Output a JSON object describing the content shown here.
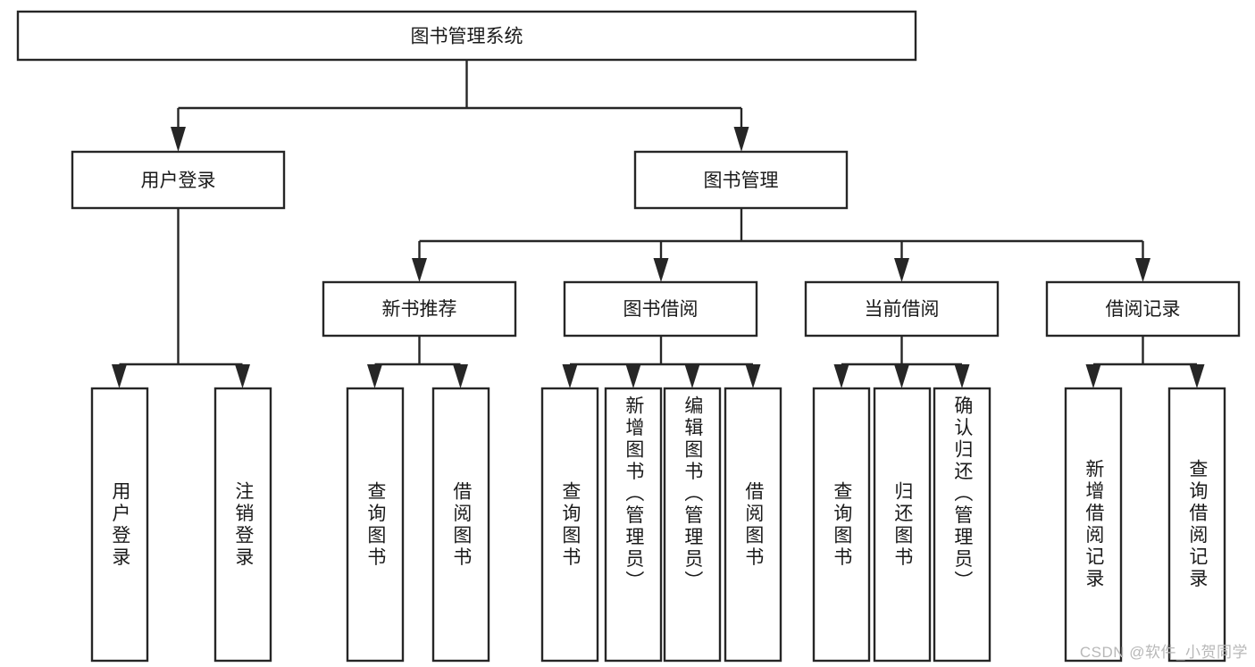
{
  "diagram": {
    "title": "图书管理系统",
    "type": "tree",
    "root": {
      "label": "图书管理系统",
      "children": [
        {
          "label": "用户登录",
          "children": [
            {
              "label": "用户登录"
            },
            {
              "label": "注销登录"
            }
          ]
        },
        {
          "label": "图书管理",
          "children": [
            {
              "label": "新书推荐",
              "children": [
                {
                  "label": "查询图书"
                },
                {
                  "label": "借阅图书"
                }
              ]
            },
            {
              "label": "图书借阅",
              "children": [
                {
                  "label": "查询图书"
                },
                {
                  "label": "新增图书（管理员）"
                },
                {
                  "label": "编辑图书（管理员）"
                },
                {
                  "label": "借阅图书"
                }
              ]
            },
            {
              "label": "当前借阅",
              "children": [
                {
                  "label": "查询图书"
                },
                {
                  "label": "归还图书"
                },
                {
                  "label": "确认归还（管理员）"
                }
              ]
            },
            {
              "label": "借阅记录",
              "children": [
                {
                  "label": "新增借阅记录"
                },
                {
                  "label": "查询借阅记录"
                }
              ]
            }
          ]
        }
      ]
    }
  },
  "nodes": {
    "root": "图书管理系统",
    "level2": {
      "user_login": "用户登录",
      "book_manage": "图书管理"
    },
    "level3": {
      "new_book_rec": "新书推荐",
      "book_borrow": "图书借阅",
      "current_borrow": "当前借阅",
      "borrow_record": "借阅记录"
    },
    "leaves": {
      "login_1": "用户登录",
      "login_2": "注销登录",
      "rec_1": "查询图书",
      "rec_2": "借阅图书",
      "borrow_1": "查询图书",
      "borrow_2": "新增图书（管理员）",
      "borrow_3": "编辑图书（管理员）",
      "borrow_4": "借阅图书",
      "cur_1": "查询图书",
      "cur_2": "归还图书",
      "cur_3": "确认归还（管理员）",
      "rec_log_1": "新增借阅记录",
      "rec_log_2": "查询借阅记录"
    }
  },
  "watermark": {
    "text": "CSDN @软件_小贺同学"
  },
  "colors": {
    "stroke": "#262626",
    "fill": "#ffffff",
    "text": "#1a1a1a",
    "watermark": "#b8b8b8",
    "background": "#ffffff"
  }
}
